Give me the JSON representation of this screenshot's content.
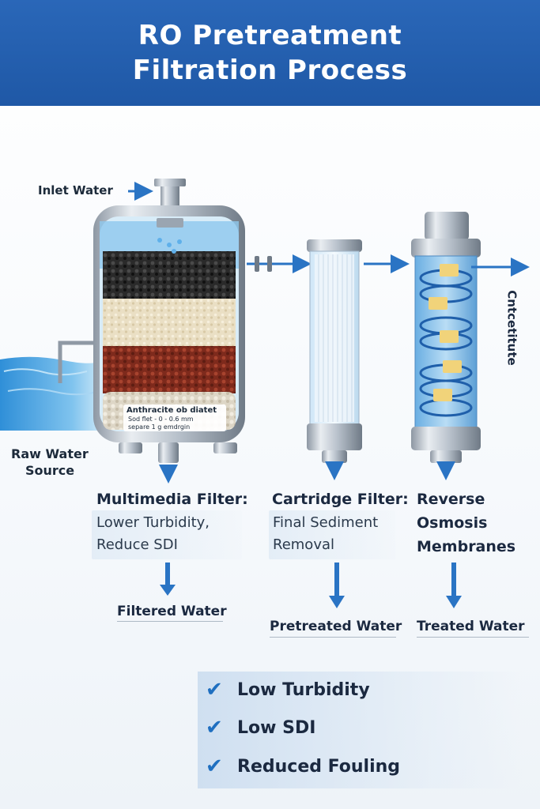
{
  "header": {
    "title_line1": "RO Pretreatment",
    "title_line2": "Filtration Process"
  },
  "labels": {
    "inlet": "Inlet Water",
    "raw_line1": "Raw Water",
    "raw_line2": "Source",
    "concentrate": "Cntcetitute",
    "media_line1": "Anthracite ob diatet",
    "media_line2": "Sod  flet   -  0  - 0.6 mm",
    "media_line3": "separe   1   g  emdrgin"
  },
  "stages": [
    {
      "title": "Multimedia Filter:",
      "desc_line1": "Lower Turbidity,",
      "desc_line2": "Reduce SDI",
      "output": "Filtered Water"
    },
    {
      "title": "Cartridge Filter:",
      "desc_line1": "Final Sediment",
      "desc_line2": "Removal",
      "output": "Pretreated Water"
    },
    {
      "title_line1": "Reverse",
      "title_line2": "Osmosis",
      "title_line3": "Membranes",
      "output": "Treated Water"
    }
  ],
  "benefits": [
    "Low Turbidity",
    "Low SDI",
    "Reduced Fouling"
  ],
  "icons": {
    "check": "checkmark-icon",
    "arrow": "flow-arrow-icon"
  },
  "colors": {
    "header": "#2466b4",
    "accent": "#2a74c4",
    "anthracite": "#2b2b2b",
    "sand": "#e8dcc0",
    "garnet": "#8e3424",
    "gravel": "#d9d2c2"
  }
}
